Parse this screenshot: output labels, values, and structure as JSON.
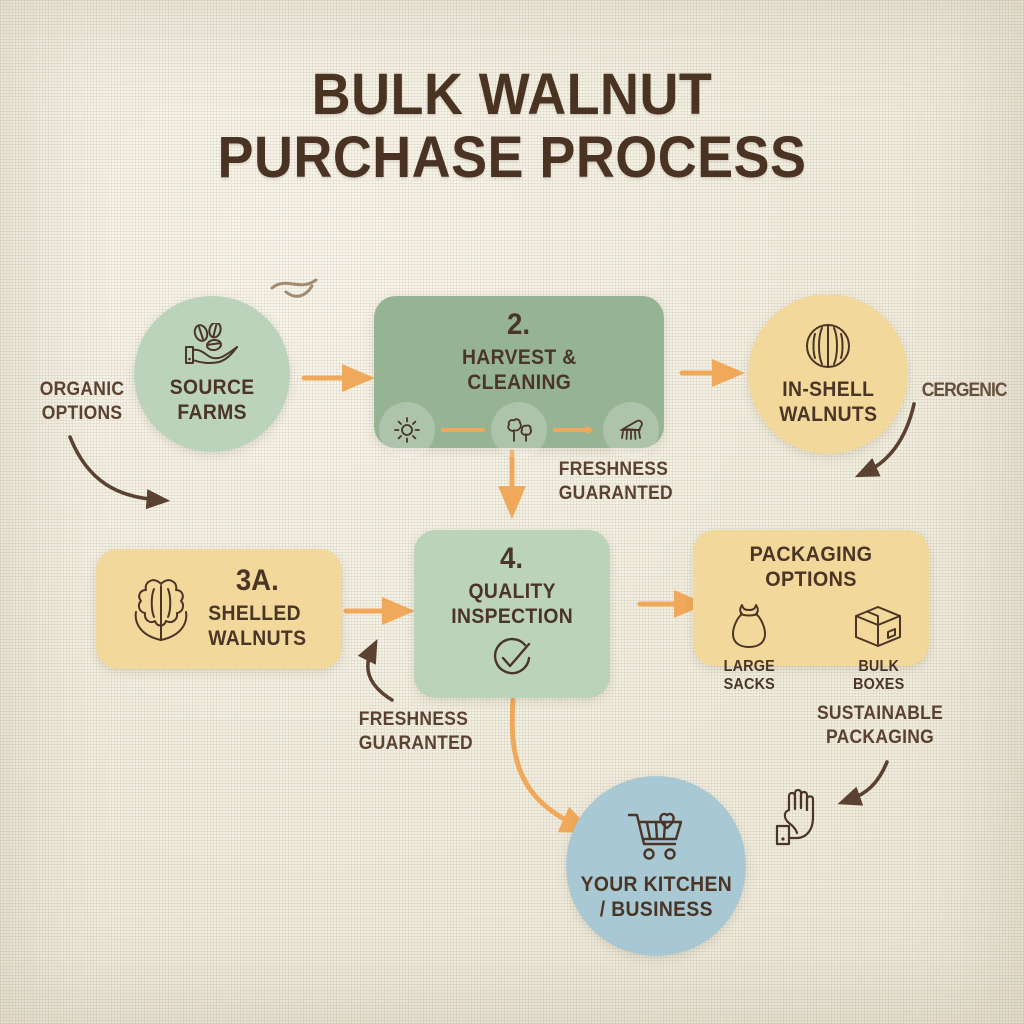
{
  "title": {
    "line1": "BULK WALNUT",
    "line2": "PURCHASE PROCESS"
  },
  "colors": {
    "background": "#f3f0e3",
    "ink": "#4a3526",
    "sage_light": "#bcd3bb",
    "sage_dark": "#96b394",
    "tan": "#f2d89b",
    "blue": "#a8c8d4",
    "orange": "#f0a95a",
    "brown_arrow": "#5b4130"
  },
  "nodes": [
    {
      "id": "source-farms",
      "number": "",
      "label": "SOURCE\nFARMS",
      "label_lines": [
        "SOURCE",
        "FARMS"
      ],
      "icon": "hand-holding-walnuts-icon",
      "shape": "circle",
      "color": "#bcd3bb"
    },
    {
      "id": "harvest-cleaning",
      "number": "2.",
      "label": "HARVEST &\nCLEANING",
      "label_lines": [
        "HARVEST &",
        "CLEANING"
      ],
      "icon": "sun-trees-brush-icons",
      "shape": "rounded-box",
      "color": "#96b394"
    },
    {
      "id": "in-shell-walnuts",
      "number": "",
      "label": "IN-SHELL\nWALNUTS",
      "label_lines": [
        "IN-SHELL",
        "WALNUTS"
      ],
      "icon": "walnut-shell-icon",
      "shape": "circle",
      "color": "#f2d89b"
    },
    {
      "id": "shelled-walnuts",
      "number": "3A.",
      "label": "SHELLED\nWALNUTS",
      "label_lines": [
        "SHELLED",
        "WALNUTS"
      ],
      "icon": "walnut-kernel-icon",
      "shape": "rounded-box",
      "color": "#f2d89b"
    },
    {
      "id": "quality-inspection",
      "number": "4.",
      "label": "QUALITY\nINSPECTION",
      "label_lines": [
        "QUALITY",
        "INSPECTION"
      ],
      "icon": "check-circle-icon",
      "shape": "rounded-box",
      "color": "#bcd3bb"
    },
    {
      "id": "packaging-options",
      "number": "",
      "label": "PACKAGING OPTIONS",
      "label_lines": [
        "PACKAGING OPTIONS"
      ],
      "icon": "sack-and-box-icons",
      "shape": "rounded-box",
      "color": "#f2d89b"
    },
    {
      "id": "your-kitchen",
      "number": "",
      "label": "YOUR KITCHEN\n/ BUSINESS",
      "label_lines": [
        "YOUR KITCHEN",
        "/ BUSINESS"
      ],
      "icon": "shopping-cart-heart-icon",
      "shape": "circle",
      "color": "#a8c8d4"
    }
  ],
  "node_text": {
    "source_farms_l1": "SOURCE",
    "source_farms_l2": "FARMS",
    "harvest_num": "2.",
    "harvest_l1": "HARVEST &",
    "harvest_l2": "CLEANING",
    "inshell_l1": "IN-SHELL",
    "inshell_l2": "WALNUTS",
    "shelled_num": "3A.",
    "shelled_l1": "SHELLED",
    "shelled_l2": "WALNUTS",
    "quality_num": "4.",
    "quality_l1": "QUALITY",
    "quality_l2": "INSPECTION",
    "packaging_title": "PACKAGING OPTIONS",
    "packaging_opt1": "LARGE SACKS",
    "packaging_opt2": "BULK BOXES",
    "kitchen_l1": "YOUR KITCHEN",
    "kitchen_l2": "/ BUSINESS"
  },
  "annotations": [
    {
      "id": "organic-options",
      "lines": [
        "ORGANIC",
        "OPTIONS"
      ]
    },
    {
      "id": "freshness-top",
      "lines": [
        "FRESHNESS",
        "GUARANTED"
      ]
    },
    {
      "id": "freshness-bottom",
      "lines": [
        "FRESHNESS",
        "GUARANTED"
      ]
    },
    {
      "id": "sustainable-packaging",
      "lines": [
        "SUSTAINABLE",
        "PACKAGING"
      ]
    },
    {
      "id": "garbled-right",
      "lines": [
        "CERGENIC"
      ]
    }
  ],
  "annotation_text": {
    "organic_l1": "ORGANIC",
    "organic_l2": "OPTIONS",
    "fresh_top_l1": "FRESHNESS",
    "fresh_top_l2": "GUARANTED",
    "fresh_bot_l1": "FRESHNESS",
    "fresh_bot_l2": "GUARANTED",
    "sustain_l1": "SUSTAINABLE",
    "sustain_l2": "PACKAGING",
    "garbled": "CERGENIC"
  }
}
